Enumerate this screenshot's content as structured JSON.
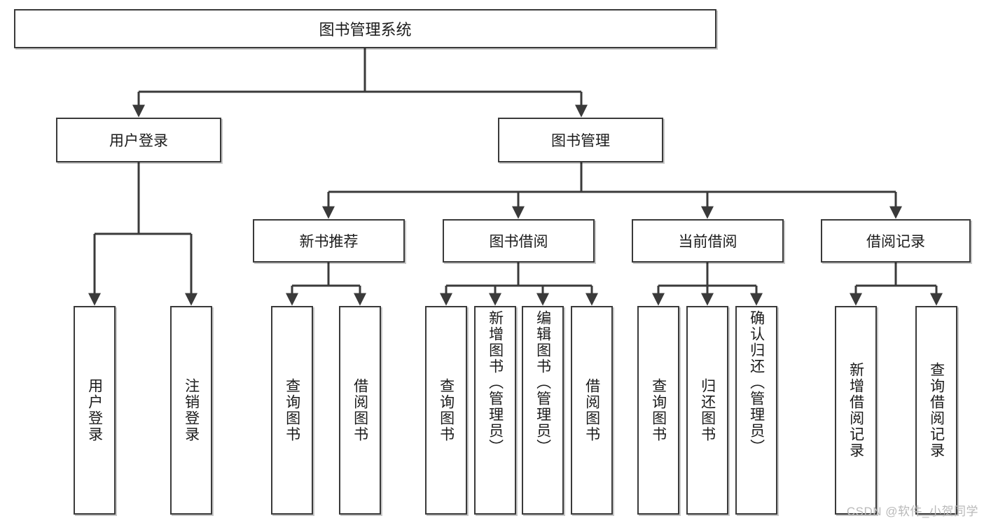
{
  "diagram": {
    "type": "tree-hierarchy",
    "title": "图书管理系统",
    "orientation": "top-down",
    "colors": {
      "box_border": "#3a3a3a",
      "box_fill": "#ffffff",
      "connector": "#3a3a3a",
      "text": "#1b1b1b",
      "watermark": "#b9b9b9"
    },
    "root": {
      "label": "图书管理系统"
    },
    "level2": [
      {
        "label": "用户登录"
      },
      {
        "label": "图书管理"
      }
    ],
    "level3": [
      {
        "label": "新书推荐"
      },
      {
        "label": "图书借阅"
      },
      {
        "label": "当前借阅"
      },
      {
        "label": "借阅记录"
      }
    ],
    "leaves": {
      "user_login": [
        {
          "label": "用户登录"
        },
        {
          "label": "注销登录"
        }
      ],
      "new_book_recommend": [
        {
          "label": "查询图书"
        },
        {
          "label": "借阅图书"
        }
      ],
      "book_borrow": [
        {
          "label": "查询图书"
        },
        {
          "label": "新增图书（管理员）"
        },
        {
          "label": "编辑图书（管理员）"
        },
        {
          "label": "借阅图书"
        }
      ],
      "current_borrow": [
        {
          "label": "查询图书"
        },
        {
          "label": "归还图书"
        },
        {
          "label": "确认归还（管理员）"
        }
      ],
      "borrow_record": [
        {
          "label": "新增借阅记录"
        },
        {
          "label": "查询借阅记录"
        }
      ]
    }
  },
  "watermark": {
    "text": "CSDN @软件_小贺同学"
  }
}
